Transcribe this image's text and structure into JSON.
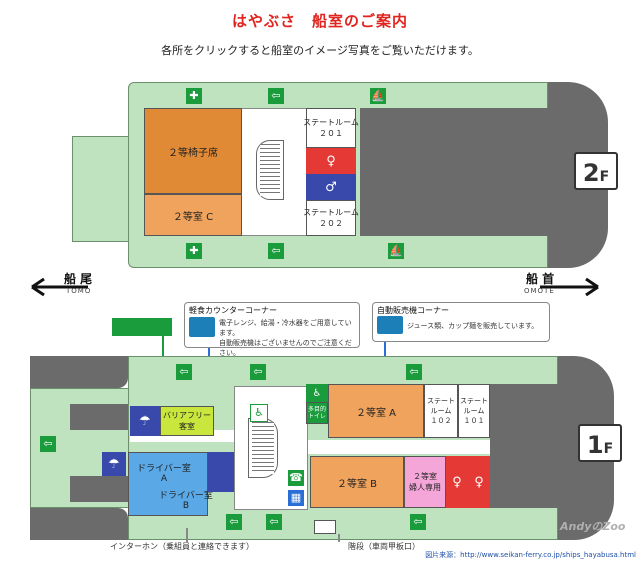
{
  "header": {
    "title": "はやぶさ　船室のご案内",
    "subtitle": "各所をクリックすると船室のイメージ写真をご覧いただけます。"
  },
  "direction": {
    "stern_label": "船 尾",
    "stern_sub": "TOMO",
    "bow_label": "船 首",
    "bow_sub": "OMOTE"
  },
  "deck2": {
    "floor": "2",
    "floor_suffix": "F",
    "rooms": {
      "second_class_seats": "２等椅子席",
      "second_class_c": "２等室 C",
      "stateroom_201": "ステートルーム\n２０１",
      "stateroom_202": "ステートルーム\n２０２"
    }
  },
  "deck1": {
    "floor": "1",
    "floor_suffix": "F",
    "rooms": {
      "barrier_free": "バリアフリー客室",
      "driver_a": "ドライバー室\nA",
      "driver_b": "ドライバー室\nB",
      "second_class_a": "２等室 A",
      "second_class_b": "２等室 B",
      "women_only": "２等室\n婦人専用",
      "stateroom_102": "ステート\nルーム\n１０２",
      "stateroom_101": "ステート\nルーム\n１０１",
      "multipurpose_toilet": "多目的\nトイレ"
    }
  },
  "callouts": {
    "snack_title": "軽食カウンターコーナー",
    "snack_body": "電子レンジ、給湯・冷水器をご用意しています。\n自動販売機はございませんのでご注意ください。",
    "vending_title": "自動販売機コーナー",
    "vending_body": "ジュース類、カップ麺を販売しています。"
  },
  "footer": {
    "intercom": "インターホン（乗組員と連絡できます）",
    "stairs": "階段（車両甲板口）",
    "source": "図片来源：http://www.seikan-ferry.co.jp/ships_hayabusa.html",
    "watermark": "AndyのZoo"
  },
  "colors": {
    "deck_green": "#bfe3bf",
    "orange_room": "#f0a35c",
    "orange_dark": "#e08a35",
    "gray_hull": "#6b6b6b",
    "blue_room": "#5aa9e6",
    "lime_room": "#c8e63c",
    "pink_room": "#f4a6d8",
    "red_wc": "#e53935",
    "blue_wc": "#3949ab",
    "sign_green": "#1a9b3c"
  },
  "icons": [
    "emergency-exit-icon",
    "life-raft-icon",
    "stairs-icon",
    "toilet-men-icon",
    "toilet-women-icon",
    "wheelchair-icon",
    "phone-icon",
    "shower-icon",
    "arrow-left-icon",
    "arrow-right-icon"
  ]
}
